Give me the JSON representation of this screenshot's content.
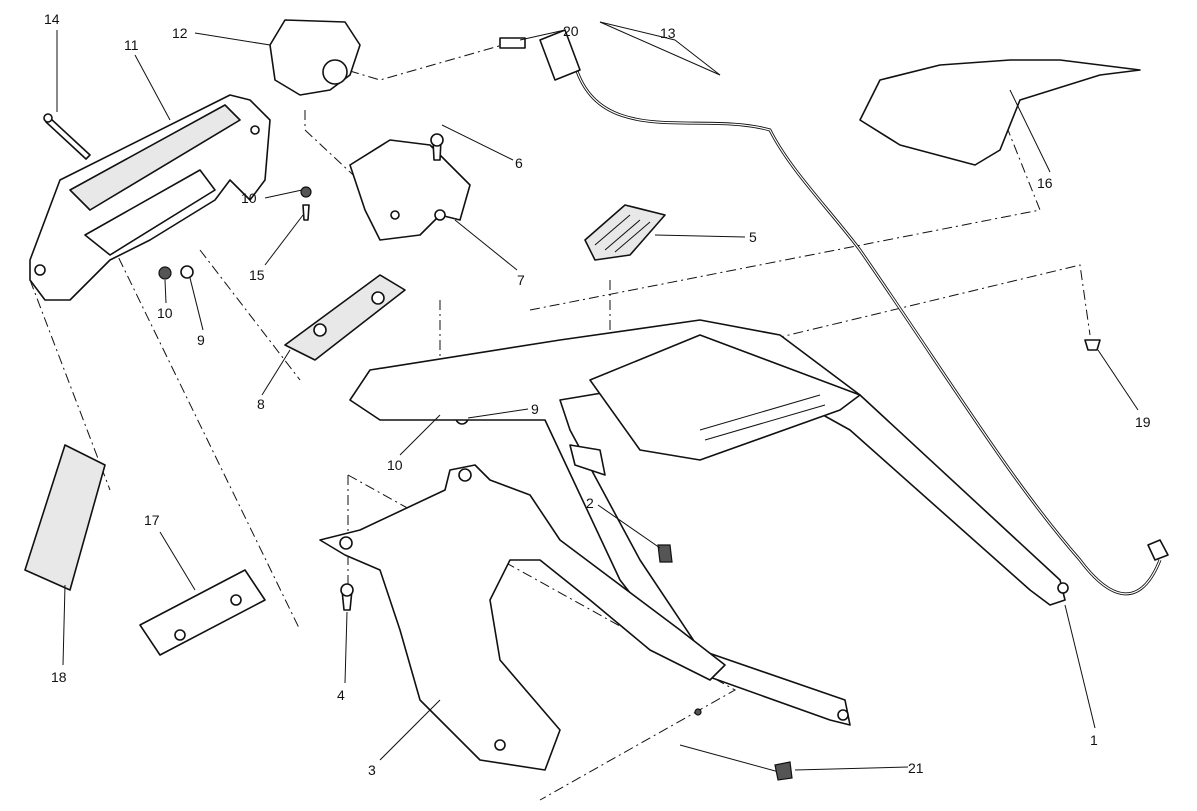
{
  "diagram": {
    "callouts": [
      "14",
      "11",
      "12",
      "20",
      "13",
      "6",
      "10",
      "15",
      "10",
      "9",
      "7",
      "5",
      "16",
      "8",
      "9",
      "10",
      "19",
      "2",
      "18",
      "17",
      "4",
      "3",
      "21",
      "1"
    ]
  }
}
